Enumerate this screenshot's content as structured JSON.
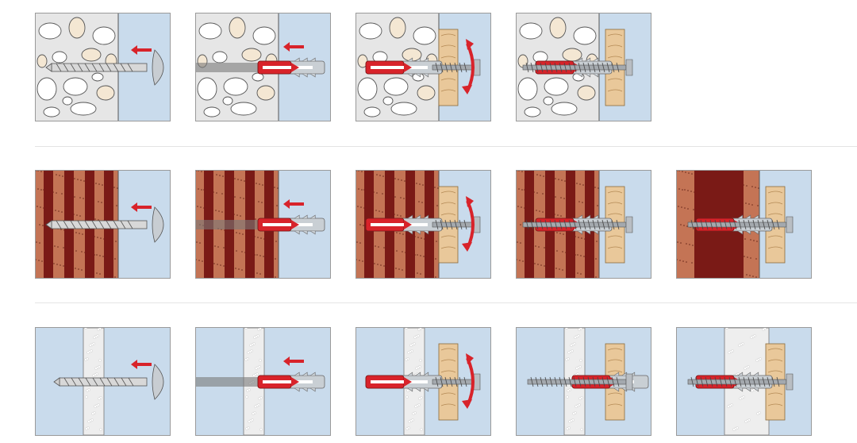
{
  "figure": {
    "rows": [
      {
        "material": "solid-concrete",
        "steps": [
          "drill-hole",
          "insert-plug",
          "screw-in",
          "fastened"
        ]
      },
      {
        "material": "perforated-brick",
        "steps": [
          "drill-hole",
          "insert-plug",
          "screw-in",
          "fastened",
          "knotted-in-cavity"
        ]
      },
      {
        "material": "plasterboard",
        "steps": [
          "drill-hole",
          "insert-plug",
          "screw-in",
          "plug-folding",
          "fastened-folded"
        ]
      }
    ]
  },
  "colors": {
    "background": "#ffffff",
    "panel_border": "#9a9a9a",
    "sky": "#c9dbec",
    "concrete": "#e6e6e6",
    "pebble": "#f4e7d3",
    "brick_dark": "#7a1a16",
    "brick_light": "#c47455",
    "board": "#eeeeee",
    "wood": "#e9c89a",
    "plug_red": "#d8232a",
    "plug_grey": "#c9cfd4",
    "steel": "#a4a9ae",
    "arrow_red": "#d8232a"
  }
}
